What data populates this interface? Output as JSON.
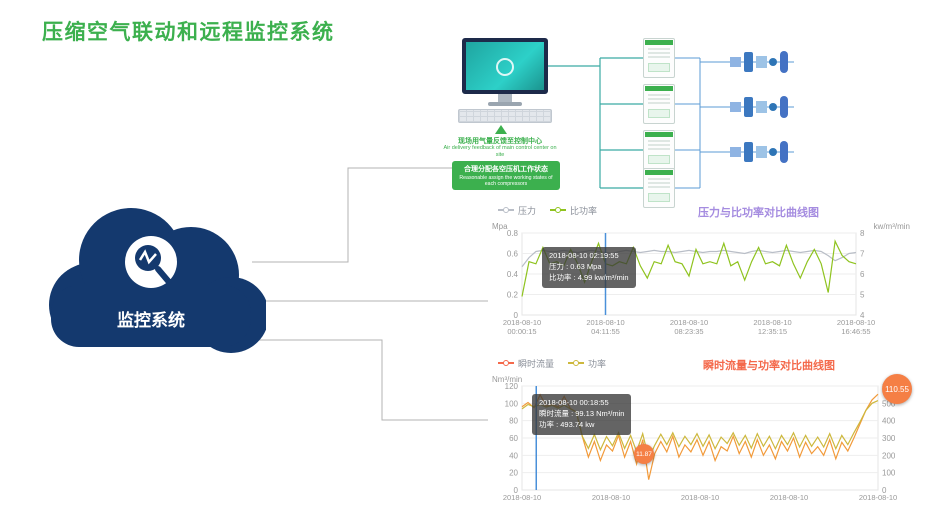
{
  "page": {
    "title": "压缩空气联动和远程监控系统",
    "accent_green": "#3cb04e"
  },
  "cloud": {
    "label": "监控系统",
    "color": "#14396e"
  },
  "diagram": {
    "feedback_cn": "现场用气量反馈至控制中心",
    "feedback_en": "Air delivery feedback of main control center on site",
    "assign_cn": "合理分配各空压机工作状态",
    "assign_en": "Reasonable assign the working states of each compressors",
    "pipe_teal": "#3aaba3",
    "pipe_blue": "#5b9bd5"
  },
  "chart_data": [
    {
      "id": "pressure",
      "type": "line",
      "title": "压力与比功率对比曲线图",
      "title_color": "#a58ce0",
      "legend": [
        {
          "label": "压力",
          "color": "#b9bec7"
        },
        {
          "label": "比功率",
          "color": "#8fc31f"
        }
      ],
      "left_axis": {
        "label": "Mpa",
        "min": 0,
        "max": 0.8,
        "ticks": [
          "0",
          "0.2",
          "0.4",
          "0.6",
          "0.8"
        ]
      },
      "right_axis": {
        "label": "kw/m³/min",
        "min": 4,
        "max": 8,
        "ticks": [
          "4",
          "5",
          "6",
          "7",
          "8"
        ]
      },
      "x_labels": [
        [
          "2018-08-10",
          "00:00:15"
        ],
        [
          "2018-08-10",
          "04:11:55"
        ],
        [
          "2018-08-10",
          "08:23:35"
        ],
        [
          "2018-08-10",
          "12:35:15"
        ],
        [
          "2018-08-10",
          "16:46:55"
        ]
      ],
      "series": [
        {
          "name": "压力",
          "axis": "left",
          "color": "#b9bec7",
          "values": [
            0.47,
            0.56,
            0.62,
            0.63,
            0.62,
            0.62,
            0.63,
            0.62,
            0.61,
            0.62,
            0.63,
            0.62,
            0.61,
            0.6,
            0.62,
            0.63,
            0.62,
            0.61,
            0.62,
            0.63,
            0.62,
            0.62,
            0.61,
            0.62,
            0.63,
            0.62,
            0.61,
            0.62,
            0.62,
            0.63,
            0.62,
            0.61,
            0.6,
            0.62,
            0.63,
            0.62,
            0.61,
            0.62,
            0.63,
            0.62,
            0.61,
            0.62,
            0.63,
            0.62,
            0.58,
            0.53,
            0.56,
            0.6,
            0.61
          ]
        },
        {
          "name": "比功率",
          "axis": "right",
          "color": "#8fc31f",
          "values": [
            4.9,
            6.6,
            6.5,
            7.3,
            6.5,
            6.6,
            6.4,
            7.2,
            6.5,
            5.6,
            6.6,
            7.5,
            6.5,
            6.4,
            6.6,
            6.5,
            7.3,
            6.4,
            5.8,
            6.6,
            6.5,
            7.4,
            6.6,
            6.5,
            5.9,
            7.2,
            6.5,
            6.6,
            6.5,
            7.5,
            6.4,
            6.6,
            5.7,
            6.6,
            7.3,
            6.5,
            6.6,
            6.4,
            7.4,
            6.5,
            5.8,
            6.6,
            7.2,
            6.5,
            5.1,
            7.6,
            6.9,
            6.6,
            6.5
          ]
        }
      ],
      "tooltip": {
        "line1": "2018-08-10 02:19:55",
        "line2": "压力 : 0.63 Mpa",
        "line3": "比功率 : 4.99 kw/m³/min"
      },
      "marker_x_frac": 0.25,
      "marker_color": "#4a90d9"
    },
    {
      "id": "flow",
      "type": "line",
      "title": "瞬时流量与功率对比曲线图",
      "title_color": "#f4694b",
      "legend": [
        {
          "label": "瞬时流量",
          "color": "#f4694b"
        },
        {
          "label": "功率",
          "color": "#cdb83d"
        }
      ],
      "left_axis": {
        "label": "Nm³/min",
        "min": 0,
        "max": 120,
        "ticks": [
          "0",
          "20",
          "40",
          "60",
          "80",
          "100",
          "120"
        ]
      },
      "right_axis": {
        "label": "",
        "min": 0,
        "max": 600,
        "ticks": [
          "0",
          "100",
          "200",
          "300",
          "400",
          "500",
          "600"
        ]
      },
      "x_labels": [
        [
          "2018-08-10"
        ],
        [
          "2018-08-10"
        ],
        [
          "2018-08-10"
        ],
        [
          "2018-08-10"
        ],
        [
          "2018-08-10"
        ]
      ],
      "series": [
        {
          "name": "瞬时流量",
          "axis": "left",
          "color": "#f29a3a",
          "values": [
            96,
            101,
            95,
            110,
            97,
            99,
            96,
            108,
            94,
            90,
            62,
            38,
            56,
            34,
            52,
            45,
            63,
            38,
            56,
            30,
            58,
            12,
            42,
            56,
            44,
            62,
            38,
            52,
            44,
            58,
            40,
            56,
            34,
            50,
            45,
            62,
            42,
            56,
            38,
            58,
            40,
            52,
            36,
            56,
            45,
            60,
            38,
            55,
            42,
            50,
            40,
            58,
            36,
            55,
            45,
            60,
            76,
            92,
            104,
            110.55
          ]
        },
        {
          "name": "功率",
          "axis": "right",
          "color": "#cdb83d",
          "values": [
            468,
            493,
            480,
            494,
            478,
            488,
            472,
            490,
            468,
            450,
            310,
            240,
            320,
            232,
            308,
            255,
            332,
            240,
            315,
            222,
            325,
            180,
            258,
            322,
            262,
            330,
            250,
            310,
            262,
            325,
            252,
            318,
            238,
            305,
            268,
            330,
            258,
            315,
            242,
            325,
            252,
            310,
            238,
            315,
            262,
            330,
            248,
            315,
            252,
            305,
            248,
            325,
            238,
            315,
            262,
            330,
            392,
            460,
            500,
            516
          ]
        }
      ],
      "tooltip": {
        "line1": "2018-08-10 00:18:55",
        "line2": "瞬时流量 : 99.13 Nm³/min",
        "line3": "功率 : 493.74 kw"
      },
      "badges": [
        {
          "label": "110.55"
        },
        {
          "label": "11.87"
        }
      ],
      "marker_x_frac": 0.04,
      "marker_color": "#4a90d9"
    }
  ]
}
